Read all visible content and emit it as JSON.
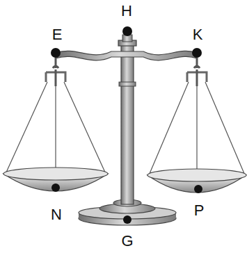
{
  "diagram": {
    "labels": [
      "H",
      "E",
      "K",
      "N",
      "P",
      "G"
    ]
  }
}
